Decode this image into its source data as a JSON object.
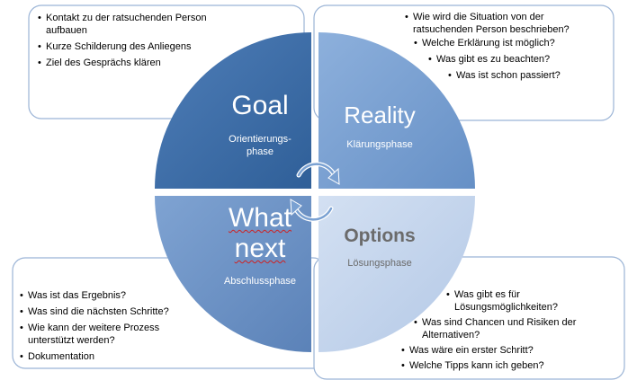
{
  "quadrants": {
    "goal": {
      "title": "Goal",
      "subtitle_line1": "Orientierungs-",
      "subtitle_line2": "phase",
      "bullets": [
        "Kontakt zu der ratsuchenden Person aufbauen",
        "Kurze Schilderung des Anliegens",
        "Ziel des Gesprächs klären"
      ]
    },
    "reality": {
      "title": "Reality",
      "subtitle": "Klärungsphase",
      "bullets": [
        "Wie wird die Situation von der ratsuchenden Person beschrieben?",
        "Welche Erklärung ist möglich?",
        "Was gibt es zu beachten?",
        "Was ist schon passiert?"
      ]
    },
    "what_next": {
      "title_line1": "What",
      "title_line2": "next",
      "subtitle": "Abschlussphase",
      "bullets": [
        "Was ist das Ergebnis?",
        "Was sind die nächsten Schritte?",
        "Wie kann der weitere Prozess unterstützt werden?",
        "Dokumentation"
      ]
    },
    "options": {
      "title": "Options",
      "subtitle": "Lösungsphase",
      "bullets": [
        "Was gibt es für Lösungsmöglichkeiten?",
        "Was sind Chancen und Risiken der Alternativen?",
        "Was wäre ein erster Schritt?",
        "Welche Tipps kann ich geben?"
      ]
    }
  },
  "colors": {
    "goal_fill": "#3f6ea8",
    "reality_fill": "#7aa1d2",
    "what_next_fill": "#6f94c6",
    "options_fill": "#c2d3ec",
    "box_border": "#9bb4d6",
    "options_title": "#6b6b6b"
  },
  "icons": {
    "center": "cycle-arrows-icon"
  }
}
